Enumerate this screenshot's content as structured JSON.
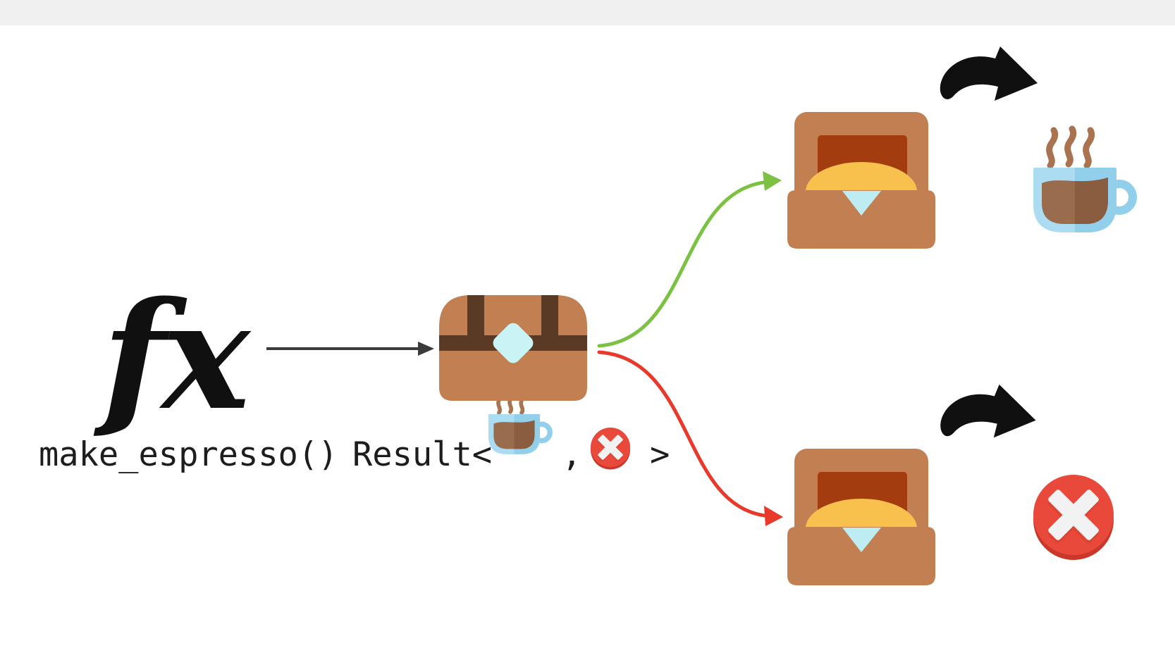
{
  "function": {
    "symbol": "fx",
    "label": "make_espresso()"
  },
  "result": {
    "prefix": "Result<",
    "comma": ",",
    "suffix": ">"
  },
  "icons": {
    "input": "function-symbol",
    "container": "treasure-chest-icon",
    "ok_box": "open-treasure-box-icon",
    "err_box": "open-treasure-box-icon",
    "ok_value": "steaming-coffee-cup-icon",
    "err_value": "error-cross-circle-icon"
  },
  "colors": {
    "top_band": "#f0f0f0",
    "text": "#1d1d1d",
    "arrow_black": "#101010",
    "arrow_gray": "#3b3b3b",
    "ok_arrow": "#7cc242",
    "err_arrow": "#e8392b",
    "chest_brown": "#c17f52",
    "strap_brown": "#5a3a25",
    "box_inner": "#a33d10",
    "gold": "#f8c14d",
    "gem_cyan": "#c9f3f4",
    "triangle_cyan": "#bdedf2",
    "cup_blue": "#abdcf2",
    "cup_blue_dark": "#92cfeb",
    "coffee_light": "#9a6c4e",
    "coffee_dark": "#8a5c40",
    "steam_brown": "#a97350",
    "error_red": "#e8493b",
    "error_rim": "#c9382a",
    "error_cross": "#f2f2f2",
    "error_cross_shadow": "#d5402f"
  }
}
